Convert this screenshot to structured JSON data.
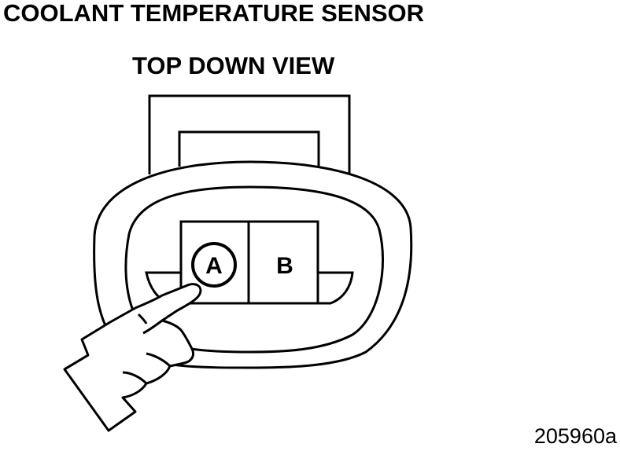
{
  "title": "COOLANT TEMPERATURE SENSOR",
  "view_label": "TOP DOWN VIEW",
  "reference_number": "205960a",
  "terminals": {
    "a": "A",
    "b": "B"
  },
  "highlighted_terminal": "A",
  "colors": {
    "line": "#000000",
    "background": "#ffffff"
  },
  "icons": [
    "pointing-hand-icon"
  ]
}
